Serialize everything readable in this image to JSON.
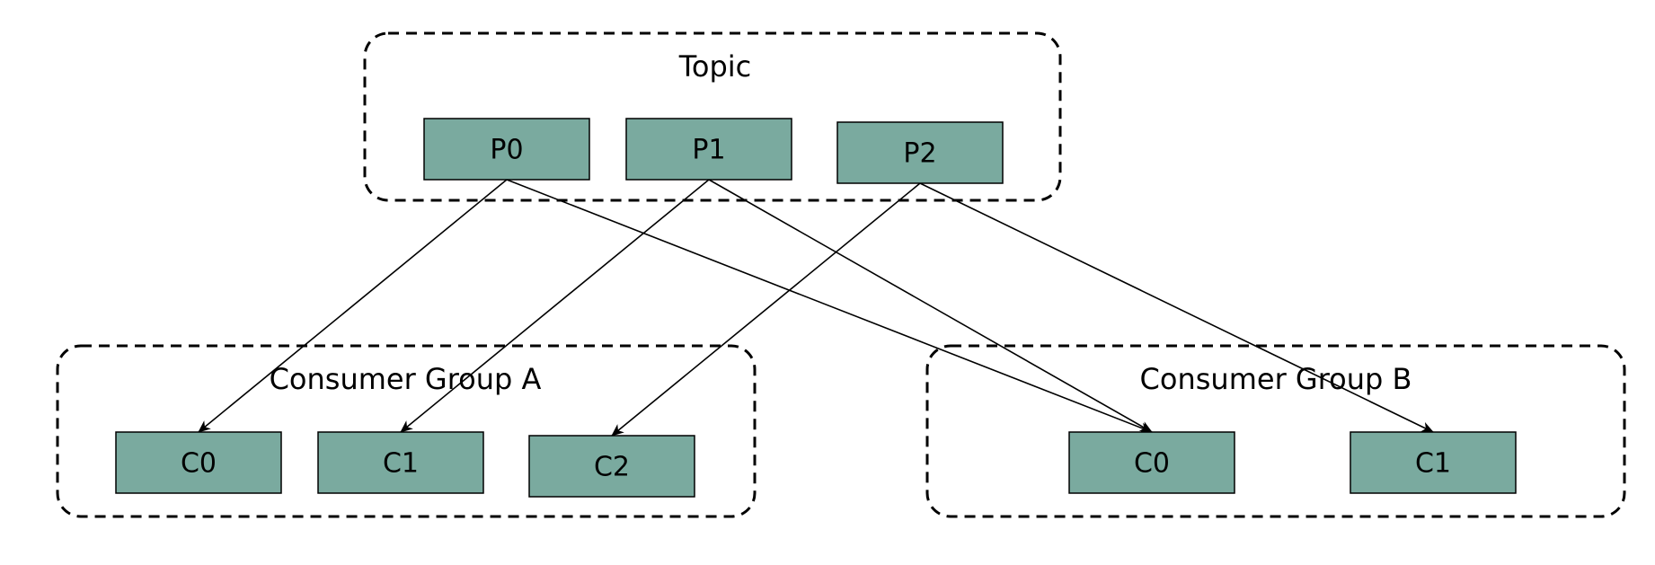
{
  "colors": {
    "node_fill": "#7aaa9f",
    "stroke": "#000000",
    "background": "#ffffff"
  },
  "topic": {
    "title": "Topic",
    "partitions": [
      {
        "id": "P0",
        "label": "P0"
      },
      {
        "id": "P1",
        "label": "P1"
      },
      {
        "id": "P2",
        "label": "P2"
      }
    ]
  },
  "group_a": {
    "title": "Consumer Group A",
    "consumers": [
      {
        "id": "A-C0",
        "label": "C0"
      },
      {
        "id": "A-C1",
        "label": "C1"
      },
      {
        "id": "A-C2",
        "label": "C2"
      }
    ]
  },
  "group_b": {
    "title": "Consumer Group B",
    "consumers": [
      {
        "id": "B-C0",
        "label": "C0"
      },
      {
        "id": "B-C1",
        "label": "C1"
      }
    ]
  },
  "edges": [
    {
      "from": "P0",
      "to": "A-C0"
    },
    {
      "from": "P1",
      "to": "A-C1"
    },
    {
      "from": "P2",
      "to": "A-C2"
    },
    {
      "from": "P0",
      "to": "B-C0"
    },
    {
      "from": "P1",
      "to": "B-C0"
    },
    {
      "from": "P2",
      "to": "B-C1"
    }
  ]
}
